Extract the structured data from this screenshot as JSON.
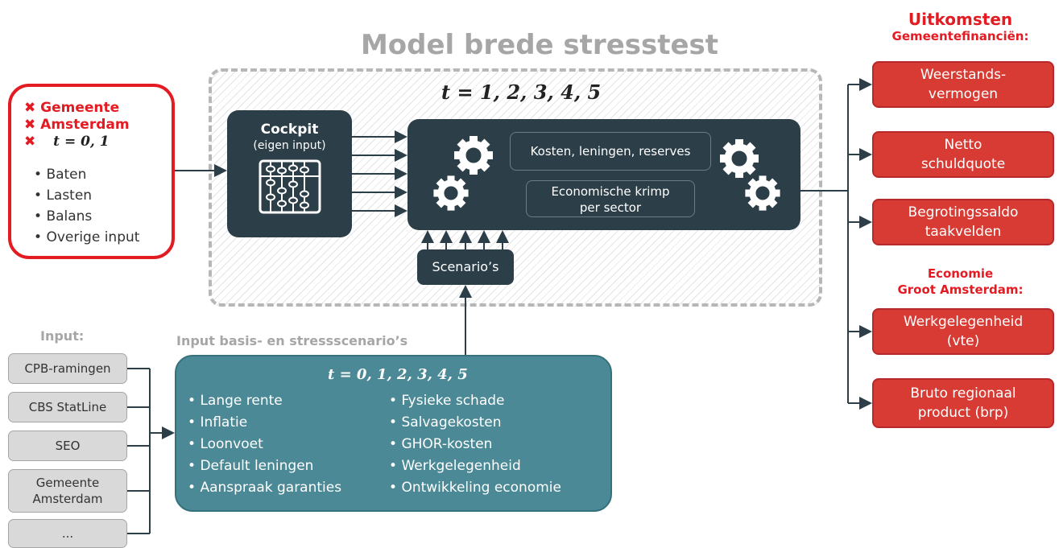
{
  "title": "Model brede stresstest",
  "model": {
    "t_label": "t = 1, 2, 3, 4, 5",
    "cockpit_title": "Cockpit",
    "cockpit_sub": "(eigen input)",
    "engine_box1": "Kosten, leningen, reserves",
    "engine_box2_line1": "Economische krimp",
    "engine_box2_line2": "per sector",
    "scenarios": "Scenario’s"
  },
  "amsterdam": {
    "x1": "Gemeente",
    "x2": "Amsterdam",
    "t_label": "t = 0, 1",
    "items": [
      "Baten",
      "Lasten",
      "Balans",
      "Overige input"
    ]
  },
  "outcomes": {
    "head1_line1": "Uitkomsten",
    "head1_line2": "Gemeentefinanciën:",
    "head2_line1": "Economie",
    "head2_line2": "Groot Amsterdam:",
    "boxes": [
      {
        "l1": "Weerstands-",
        "l2": "vermogen"
      },
      {
        "l1": "Netto",
        "l2": "schuldquote"
      },
      {
        "l1": "Begrotingssaldo",
        "l2": "taakvelden"
      },
      {
        "l1": "Werkgelegenheid",
        "l2": "(vte)"
      },
      {
        "l1": "Bruto regionaal",
        "l2": "product (brp)"
      }
    ]
  },
  "inputs": {
    "label": "Input:",
    "sources": [
      {
        "l1": "CPB-ramingen",
        "l2": ""
      },
      {
        "l1": "CBS StatLine",
        "l2": ""
      },
      {
        "l1": "SEO",
        "l2": ""
      },
      {
        "l1": "Gemeente",
        "l2": "Amsterdam"
      },
      {
        "l1": "...",
        "l2": ""
      }
    ]
  },
  "scenario_input": {
    "label": "Input basis- en  stressscenario’s",
    "t_label": "t = 0, 1, 2, 3, 4, 5",
    "left": [
      "Lange rente",
      "Inflatie",
      "Loonvoet",
      "Default leningen",
      "Aanspraak garanties"
    ],
    "right": [
      "Fysieke schade",
      "Salvagekosten",
      "GHOR-kosten",
      "Werkgelegenheid",
      "Ontwikkeling economie"
    ]
  },
  "colors": {
    "dark": "#2c3e48",
    "red": "#e31b23",
    "teal": "#4a8995",
    "grey_text": "#a6a6a6"
  }
}
